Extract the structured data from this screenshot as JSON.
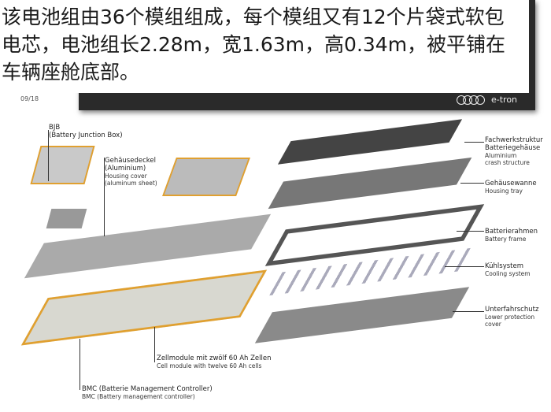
{
  "caption": {
    "lines": [
      "该电池组由36个模组组成，每个模组又有12个片袋式软包",
      "电芯，电池组长2.28m，宽1.63m，高0.34m，被平铺在",
      "车辆座舱底部。"
    ]
  },
  "page_number": "09/18",
  "brand": "e-tron",
  "labels": {
    "bjb": {
      "de": "BJB",
      "en": "(Battery Junction Box)"
    },
    "cover": {
      "de1": "Gehäusedeckel",
      "de2": "(Aluminium)",
      "en1": "Housing cover",
      "en2": "(aluminum sheet)"
    },
    "crash": {
      "de1": "Fachwerkstruktur",
      "de2": "Batteriegehäuse",
      "en1": "Aluminium",
      "en2": "crash structure"
    },
    "tray": {
      "de": "Gehäusewanne",
      "en": "Housing tray"
    },
    "frame": {
      "de": "Batterierahmen",
      "en": "Battery frame"
    },
    "cooling": {
      "de": "Kühlsystem",
      "en": "Cooling system"
    },
    "lower": {
      "de": "Unterfahrschutz",
      "en1": "Lower protection",
      "en2": "cover"
    },
    "module": {
      "de": "Zellmodule mit zwölf 60 Ah Zellen",
      "en": "Cell module with twelve 60 Ah cells"
    },
    "bmc": {
      "de": "BMC (Batterie Management Controller)",
      "en": "BMC (Battery management controller)"
    }
  }
}
